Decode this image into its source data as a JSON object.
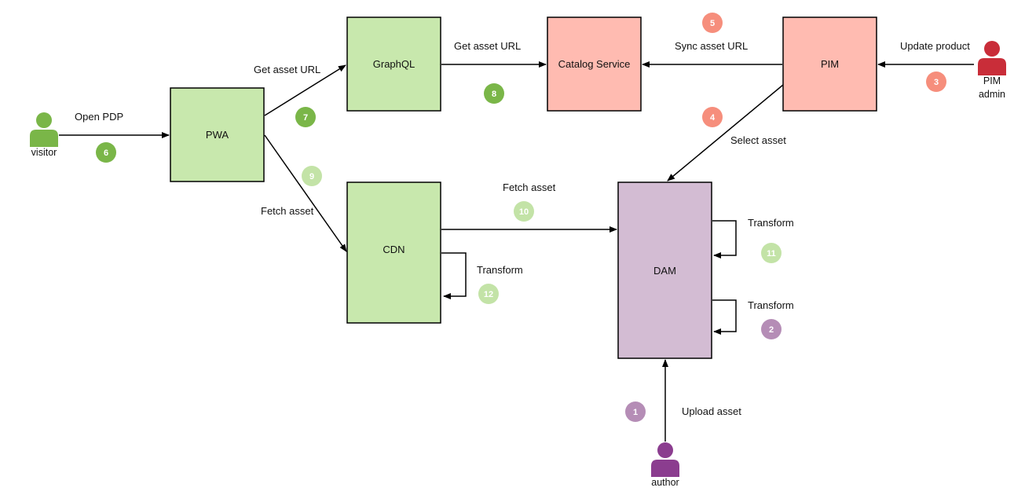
{
  "colors": {
    "green_fill": "#c8e8ad",
    "salmon_fill": "#ffbbb1",
    "purple_fill": "#d3bcd3",
    "stroke": "#000000",
    "badge_green_dark": "#7ab648",
    "badge_green_light": "#c3e3a7",
    "badge_salmon": "#f68e7c",
    "badge_purple": "#b58db6",
    "actor_green": "#7ab648",
    "actor_red": "#c92d39",
    "actor_purple": "#8b3d8f"
  },
  "boxes": {
    "pwa": "PWA",
    "graphql": "GraphQL",
    "catalog": "Catalog Service",
    "pim": "PIM",
    "cdn": "CDN",
    "dam": "DAM"
  },
  "actors": {
    "visitor": "visitor",
    "pim_admin_1": "PIM",
    "pim_admin_2": "admin",
    "author": "author"
  },
  "edges": {
    "open_pdp": "Open PDP",
    "get_url_pwa": "Get asset URL",
    "get_url_graphql": "Get asset URL",
    "sync_url": "Sync asset URL",
    "update_product": "Update product",
    "select_asset": "Select asset",
    "fetch_asset_pwa": "Fetch asset",
    "fetch_asset_cdn": "Fetch asset",
    "transform_cdn": "Transform",
    "transform_dam_1": "Transform",
    "transform_dam_2": "Transform",
    "upload_asset": "Upload asset"
  },
  "badges": {
    "b1": "1",
    "b2": "2",
    "b3": "3",
    "b4": "4",
    "b5": "5",
    "b6": "6",
    "b7": "7",
    "b8": "8",
    "b9": "9",
    "b10": "10",
    "b11": "11",
    "b12": "12"
  }
}
